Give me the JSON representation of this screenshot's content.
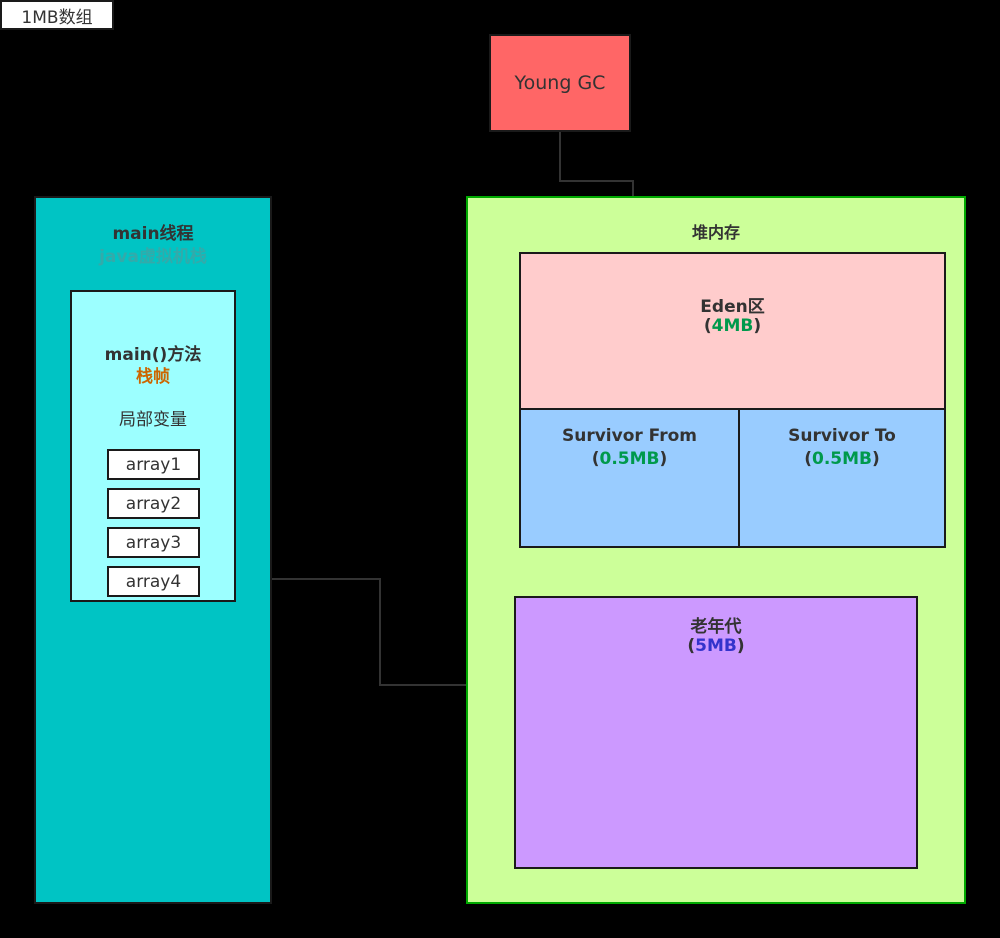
{
  "young_gc": "Young GC",
  "thread": {
    "title": "main线程",
    "subtitle": "java虚拟机栈"
  },
  "frame": {
    "title": "main()方法",
    "subtitle": "栈帧",
    "locals_label": "局部变量",
    "vars": [
      "array1",
      "array2",
      "array3",
      "array4"
    ]
  },
  "heap": {
    "title": "堆内存",
    "eden": {
      "name": "Eden区",
      "size": "4MB"
    },
    "survivor_from": {
      "name": "Survivor From",
      "size": "0.5MB"
    },
    "survivor_to": {
      "name": "Survivor To",
      "size": "0.5MB"
    },
    "old": {
      "name": "老年代",
      "size": "5MB"
    },
    "object": "1MB数组"
  },
  "colors": {
    "background": "#000000",
    "young_gc": "#FF6666",
    "thread": "#00C4C4",
    "frame": "#9CFFFF",
    "heap": "#CCFF99",
    "heap_border": "#00AA00",
    "eden": "#FFCCCC",
    "survivor": "#99CCFF",
    "old": "#CC99FF",
    "frame_subtitle": "#CC6600",
    "size_green": "#00994C",
    "size_blue": "#3333CC"
  }
}
